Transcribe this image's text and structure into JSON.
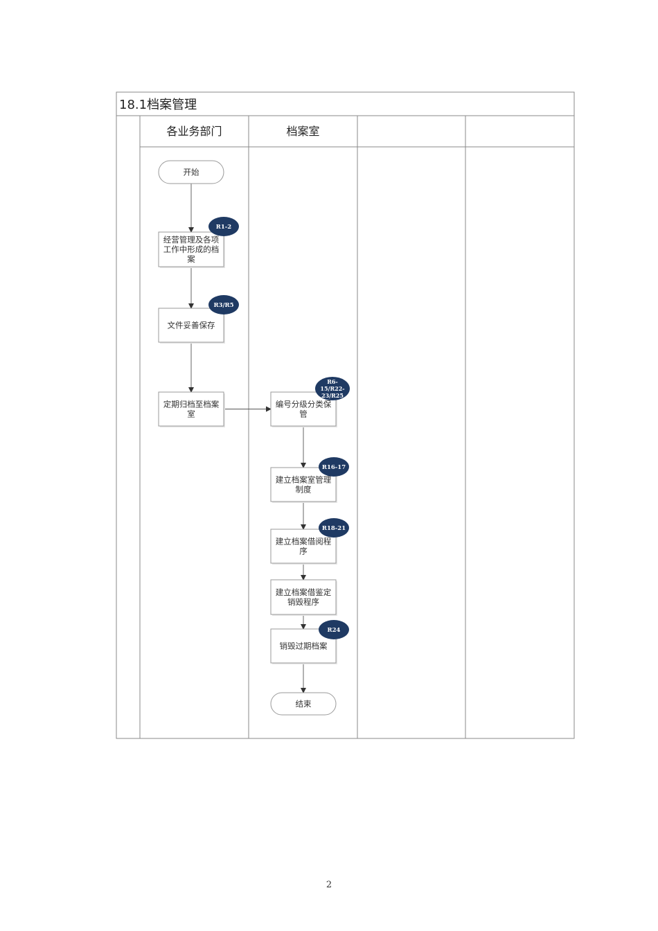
{
  "title": "18.1档案管理",
  "lanes": [
    "",
    "各业务部门",
    "档案室",
    "",
    ""
  ],
  "nodes": [
    {
      "id": "start",
      "kind": "terminal",
      "lines": [
        "开始"
      ]
    },
    {
      "id": "n1",
      "kind": "process",
      "lines": [
        "经营管理及各项",
        "工作中形成的档",
        "案"
      ],
      "badge": "R1-2"
    },
    {
      "id": "n2",
      "kind": "process",
      "lines": [
        "文件妥善保存"
      ],
      "badge": "R3/R5"
    },
    {
      "id": "n3",
      "kind": "process",
      "lines": [
        "定期归档至档案",
        "室"
      ]
    },
    {
      "id": "n4",
      "kind": "process",
      "lines": [
        "编号分级分类保",
        "管"
      ],
      "badge": "R6-15/R22-23/R25"
    },
    {
      "id": "n5",
      "kind": "process",
      "lines": [
        "建立档案室管理",
        "制度"
      ],
      "badge": "R16-17"
    },
    {
      "id": "n6",
      "kind": "process",
      "lines": [
        "建立档案借阅程",
        "序"
      ],
      "badge": "R18-21"
    },
    {
      "id": "n7",
      "kind": "process",
      "lines": [
        "建立档案借鉴定",
        "销毁程序"
      ]
    },
    {
      "id": "n8",
      "kind": "process",
      "lines": [
        "销毁过期档案"
      ],
      "badge": "R24"
    },
    {
      "id": "end",
      "kind": "terminal",
      "lines": [
        "结束"
      ]
    }
  ],
  "edges": [
    [
      "start",
      "n1"
    ],
    [
      "n1",
      "n2"
    ],
    [
      "n2",
      "n3"
    ],
    [
      "n3",
      "n4"
    ],
    [
      "n4",
      "n5"
    ],
    [
      "n5",
      "n6"
    ],
    [
      "n6",
      "n7"
    ],
    [
      "n7",
      "n8"
    ],
    [
      "n8",
      "end"
    ]
  ],
  "badge_display": {
    "R6-15/R22-23/R25": [
      "R6-",
      "15/R22-",
      "23/R25"
    ]
  },
  "page_number": "2",
  "colors": {
    "border": "#8a8a8a",
    "box_border": "#9a9a9a",
    "badge_fill": "#1f3a63",
    "badge_text": "#ffffff",
    "line": "#555555"
  }
}
